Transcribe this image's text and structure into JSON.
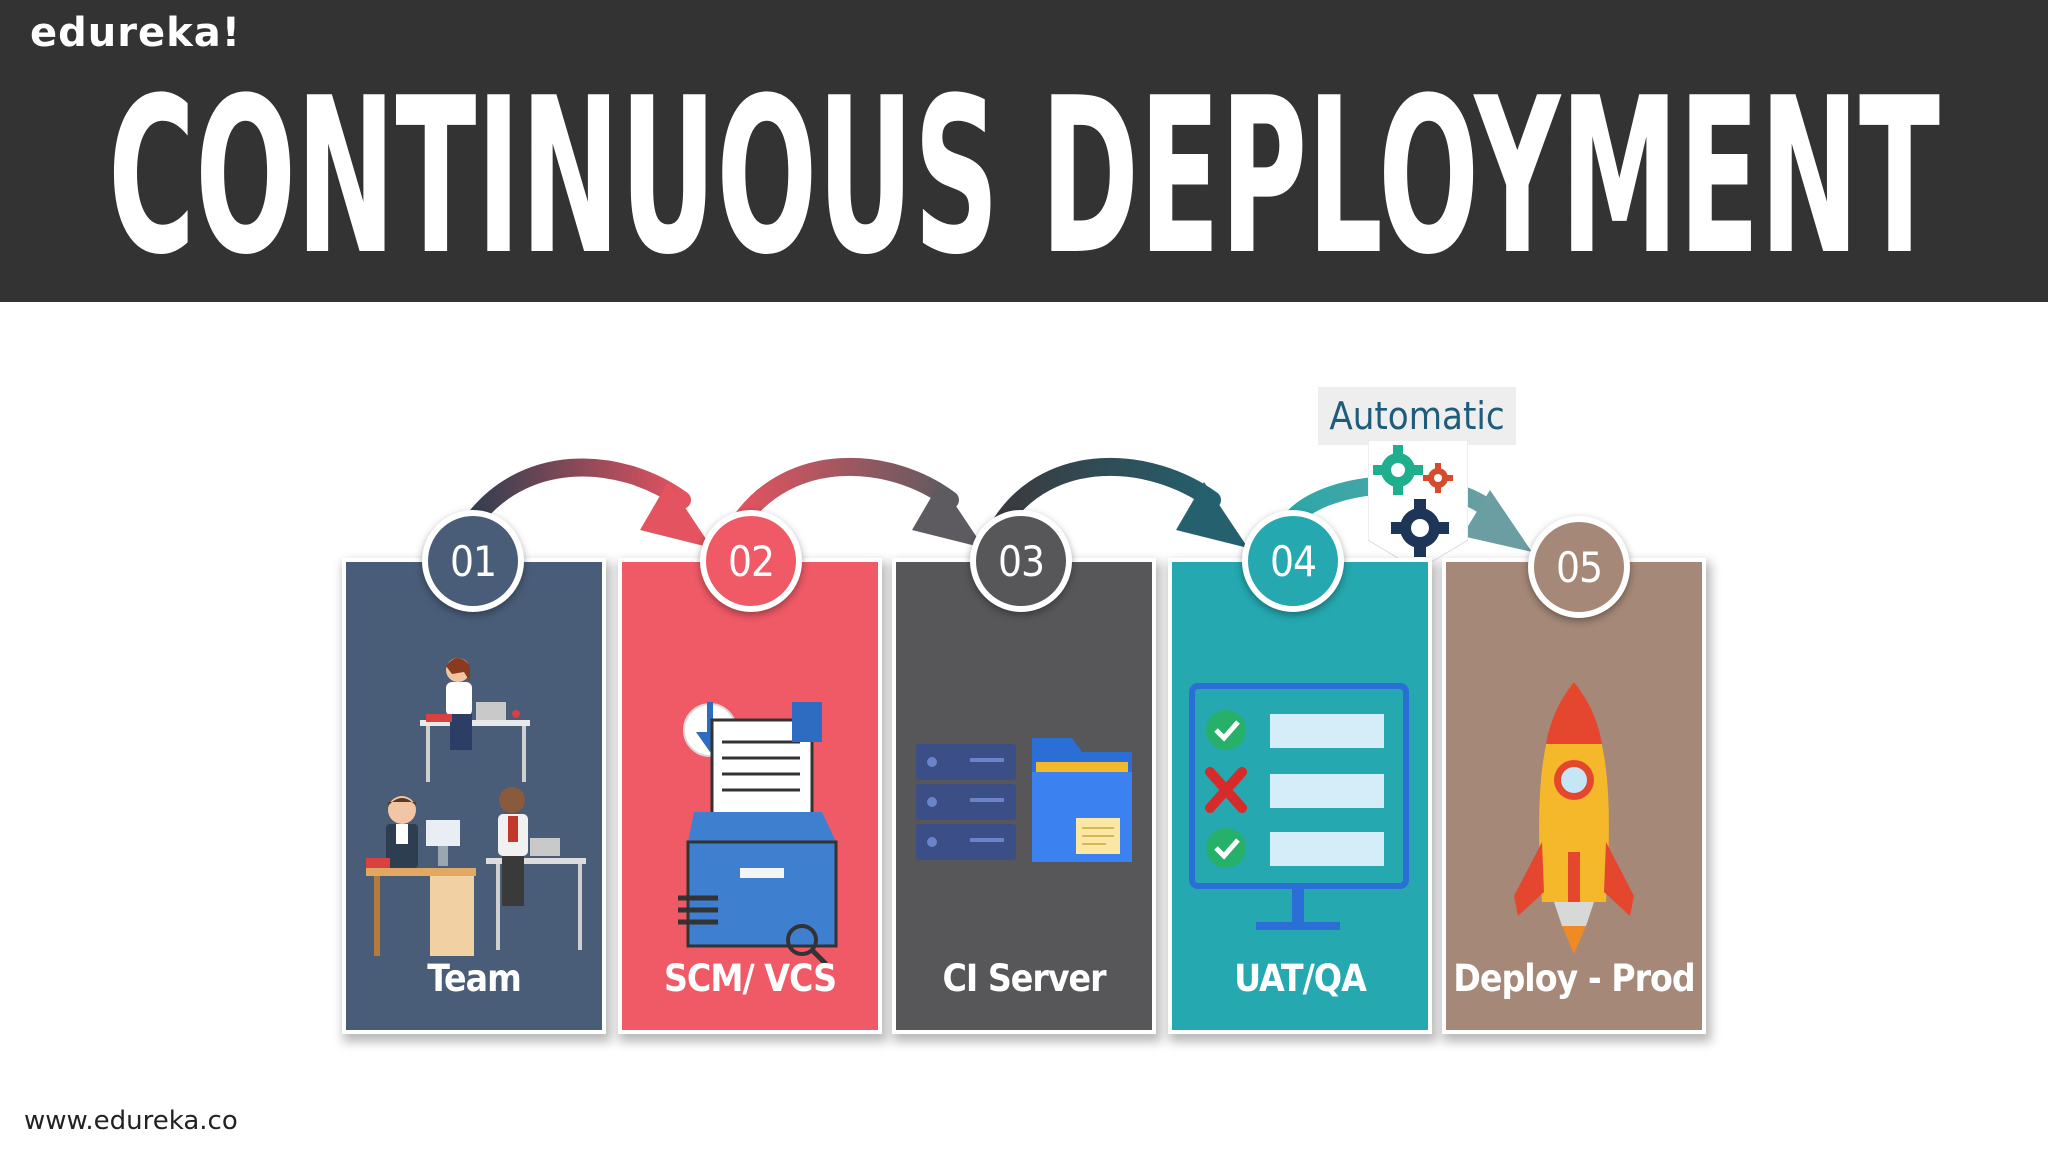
{
  "header": {
    "brand": "edureka!",
    "title": "CONTINUOUS DEPLOYMENT"
  },
  "footer": {
    "url": "www.edureka.co"
  },
  "automatic_label": "Automatic",
  "steps": [
    {
      "number": "01",
      "label": "Team",
      "color": "#495d79",
      "icon": "team-at-desks-illustration"
    },
    {
      "number": "02",
      "label": "SCM/ VCS",
      "color": "#ef5a66",
      "icon": "file-cabinet-icon"
    },
    {
      "number": "03",
      "label": "CI Server",
      "color": "#57575a",
      "icon": "server-and-folder-icon"
    },
    {
      "number": "04",
      "label": "UAT/QA",
      "color": "#25a8b0",
      "icon": "checklist-monitor-icon"
    },
    {
      "number": "05",
      "label": "Deploy - Prod",
      "color": "#a58878",
      "icon": "rocket-icon"
    }
  ],
  "colors": {
    "header_bg": "#333333",
    "arrow_dark": "#2d3e50",
    "arrow_red": "#e35360",
    "arrow_teal": "#2aa9a9",
    "automatic_text": "#1d5c7a"
  }
}
